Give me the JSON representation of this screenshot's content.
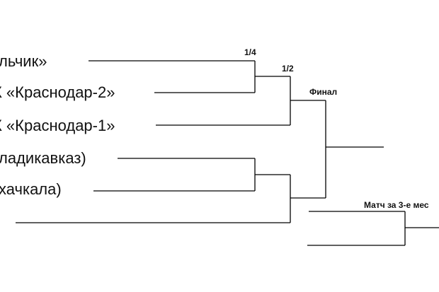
{
  "teams": [
    "льчик»",
    "К «Краснодар-2»",
    "К «Краснодар-1»",
    "ладикавказ)",
    "хачкала)"
  ],
  "rounds": {
    "quarter": "1/4",
    "semi": "1/2",
    "final": "Финал",
    "third_place": "Матч за 3-е мес"
  }
}
